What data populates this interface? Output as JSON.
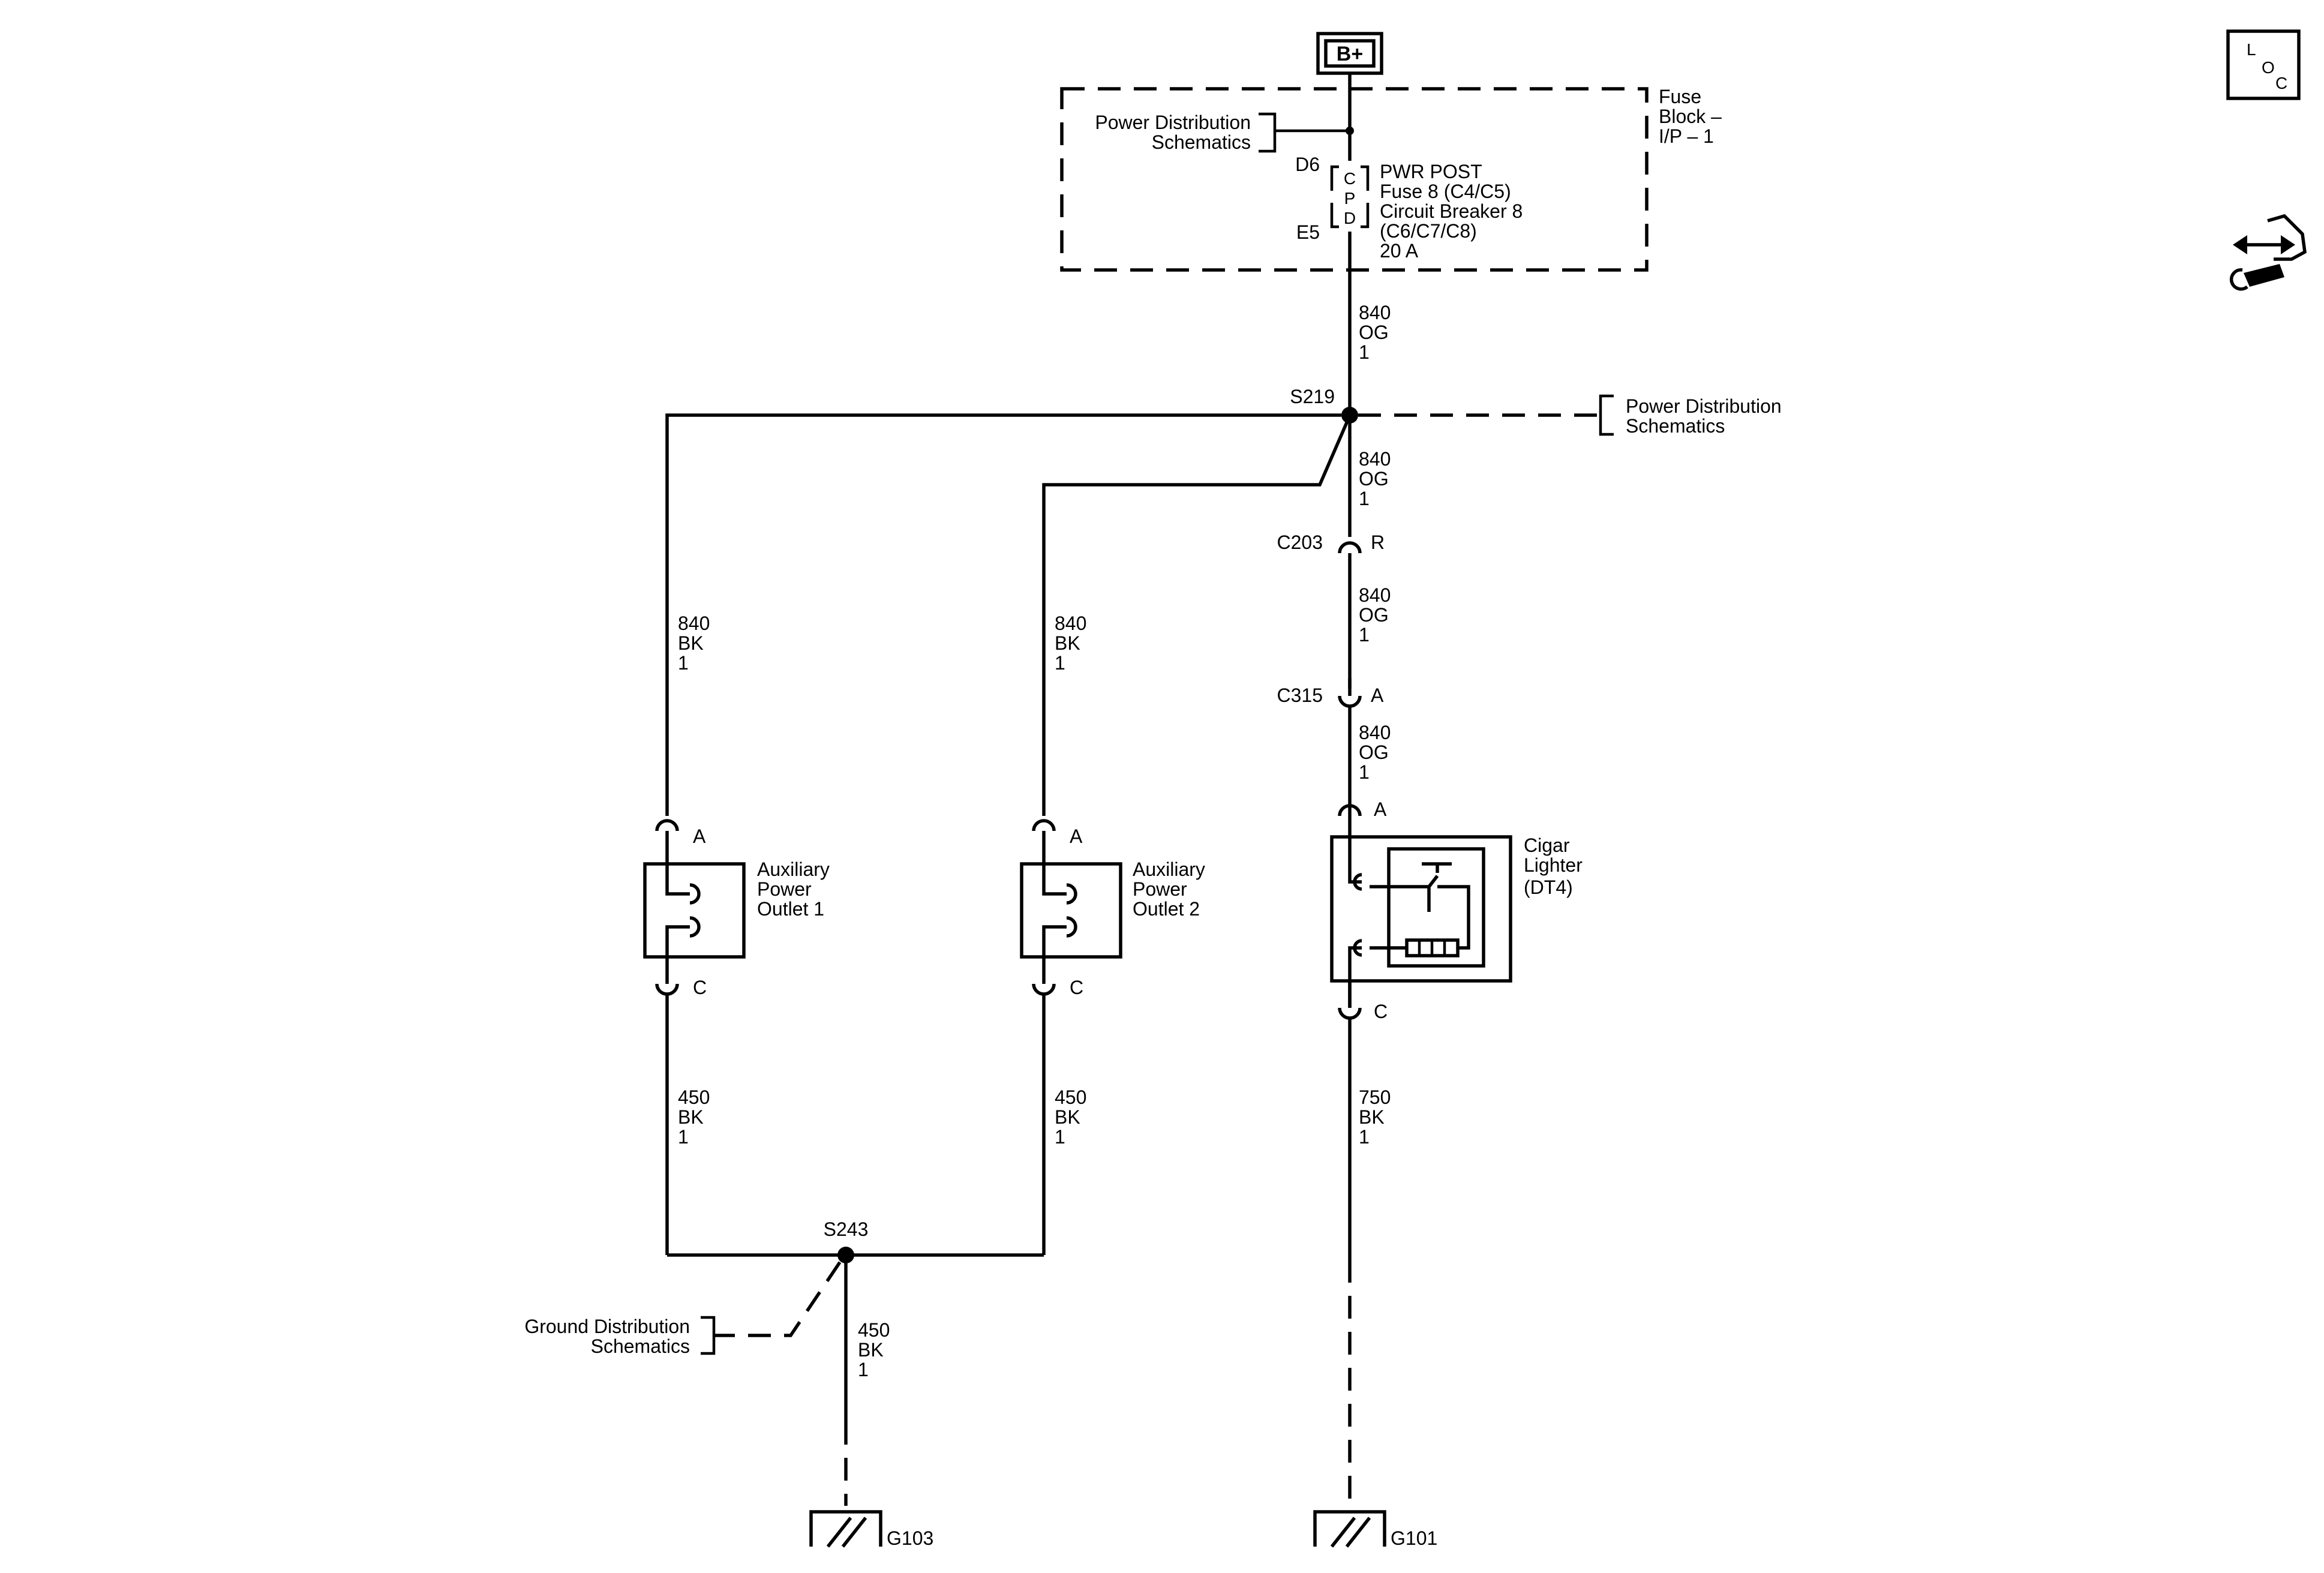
{
  "source": {
    "label": "B+",
    "fuse_block": "Fuse Block – I/P – 1",
    "fuse_block_lines": [
      "Fuse",
      "Block –",
      "I/P – 1"
    ],
    "power_dist_ref": [
      "Power Distribution",
      "Schematics"
    ],
    "pin_top": "D6",
    "pin_bottom": "E5",
    "cpd": [
      "C",
      "P",
      "D"
    ],
    "fuse_desc": [
      "PWR POST",
      "Fuse 8 (C4/C5)",
      "Circuit Breaker 8",
      "(C6/C7/C8)",
      "20 A"
    ]
  },
  "wires": {
    "w_fuse_out": [
      "840",
      "OG",
      "1"
    ],
    "w_s219_c203": [
      "840",
      "OG",
      "1"
    ],
    "w_c203_c315": [
      "840",
      "OG",
      "1"
    ],
    "w_c315_cigar": [
      "840",
      "OG",
      "1"
    ],
    "w_left_outlet1": [
      "840",
      "BK",
      "1"
    ],
    "w_left_outlet2": [
      "840",
      "BK",
      "1"
    ],
    "w_outlet1_ground": [
      "450",
      "BK",
      "1"
    ],
    "w_outlet2_ground": [
      "450",
      "BK",
      "1"
    ],
    "w_s243_g103": [
      "450",
      "BK",
      "1"
    ],
    "w_cigar_ground": [
      "750",
      "BK",
      "1"
    ]
  },
  "splices": {
    "s219": "S219",
    "s243": "S243"
  },
  "connectors": {
    "c203": {
      "name": "C203",
      "pin": "R"
    },
    "c315": {
      "name": "C315",
      "pin": "A"
    }
  },
  "components": {
    "outlet1": {
      "lines": [
        "Auxiliary",
        "Power",
        "Outlet 1"
      ],
      "pin_top": "A",
      "pin_bottom": "C"
    },
    "outlet2": {
      "lines": [
        "Auxiliary",
        "Power",
        "Outlet 2"
      ],
      "pin_top": "A",
      "pin_bottom": "C"
    },
    "cigar": {
      "lines": [
        "Cigar",
        "Lighter",
        "(DT4)"
      ],
      "pin_top": "A",
      "pin_bottom": "C"
    }
  },
  "refs": {
    "power_dist_right": [
      "Power Distribution",
      "Schematics"
    ],
    "ground_dist": [
      "Ground Distribution",
      "Schematics"
    ]
  },
  "grounds": {
    "g103": "G103",
    "g101": "G101"
  },
  "side_icons": {
    "loc": [
      "L",
      "O",
      "C"
    ],
    "loc_icon": "locator-icon",
    "connector_view_icon": "harness-connector-icon"
  }
}
